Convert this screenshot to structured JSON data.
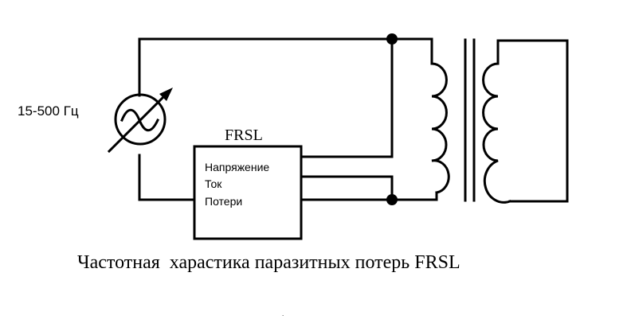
{
  "diagram": {
    "source_label": "15-500 Гц",
    "box_title": "FRSL",
    "box_lines": [
      "Напряжение",
      "Ток",
      "Потери"
    ],
    "caption": "Частотная  харастика паразитных потерь FRSL",
    "stray_mark": "."
  },
  "colors": {
    "line": "#000000",
    "background": "#ffffff"
  },
  "icons": {
    "source": "variable-ac-source-icon",
    "transformer": "transformer-icon",
    "junction": "junction-dot-icon"
  }
}
